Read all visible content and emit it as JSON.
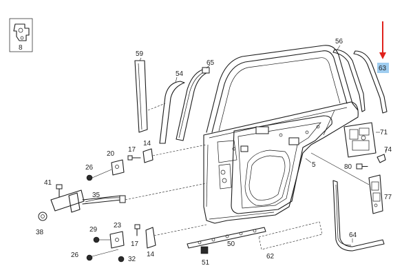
{
  "diagram": {
    "part_numbers": {
      "p8": "8",
      "p59": "59",
      "p65": "65",
      "p54": "54",
      "p56": "56",
      "p63": "63",
      "p71": "71",
      "p74": "74",
      "p80": "80",
      "p5": "5",
      "p77": "77",
      "p20": "20",
      "p17a": "17",
      "p14a": "14",
      "p26a": "26",
      "p41": "41",
      "p35": "35",
      "p38": "38",
      "p29": "29",
      "p23": "23",
      "p17b": "17",
      "p14b": "14",
      "p26b": "26",
      "p32": "32",
      "p50": "50",
      "p51": "51",
      "p62": "62",
      "p64": "64"
    },
    "highlighted_part": "63",
    "colors": {
      "line": "#1a1a1a",
      "highlight": "#9fcdf0",
      "arrow": "#e0211b"
    },
    "icons": [
      "red-arrow-icon"
    ]
  }
}
